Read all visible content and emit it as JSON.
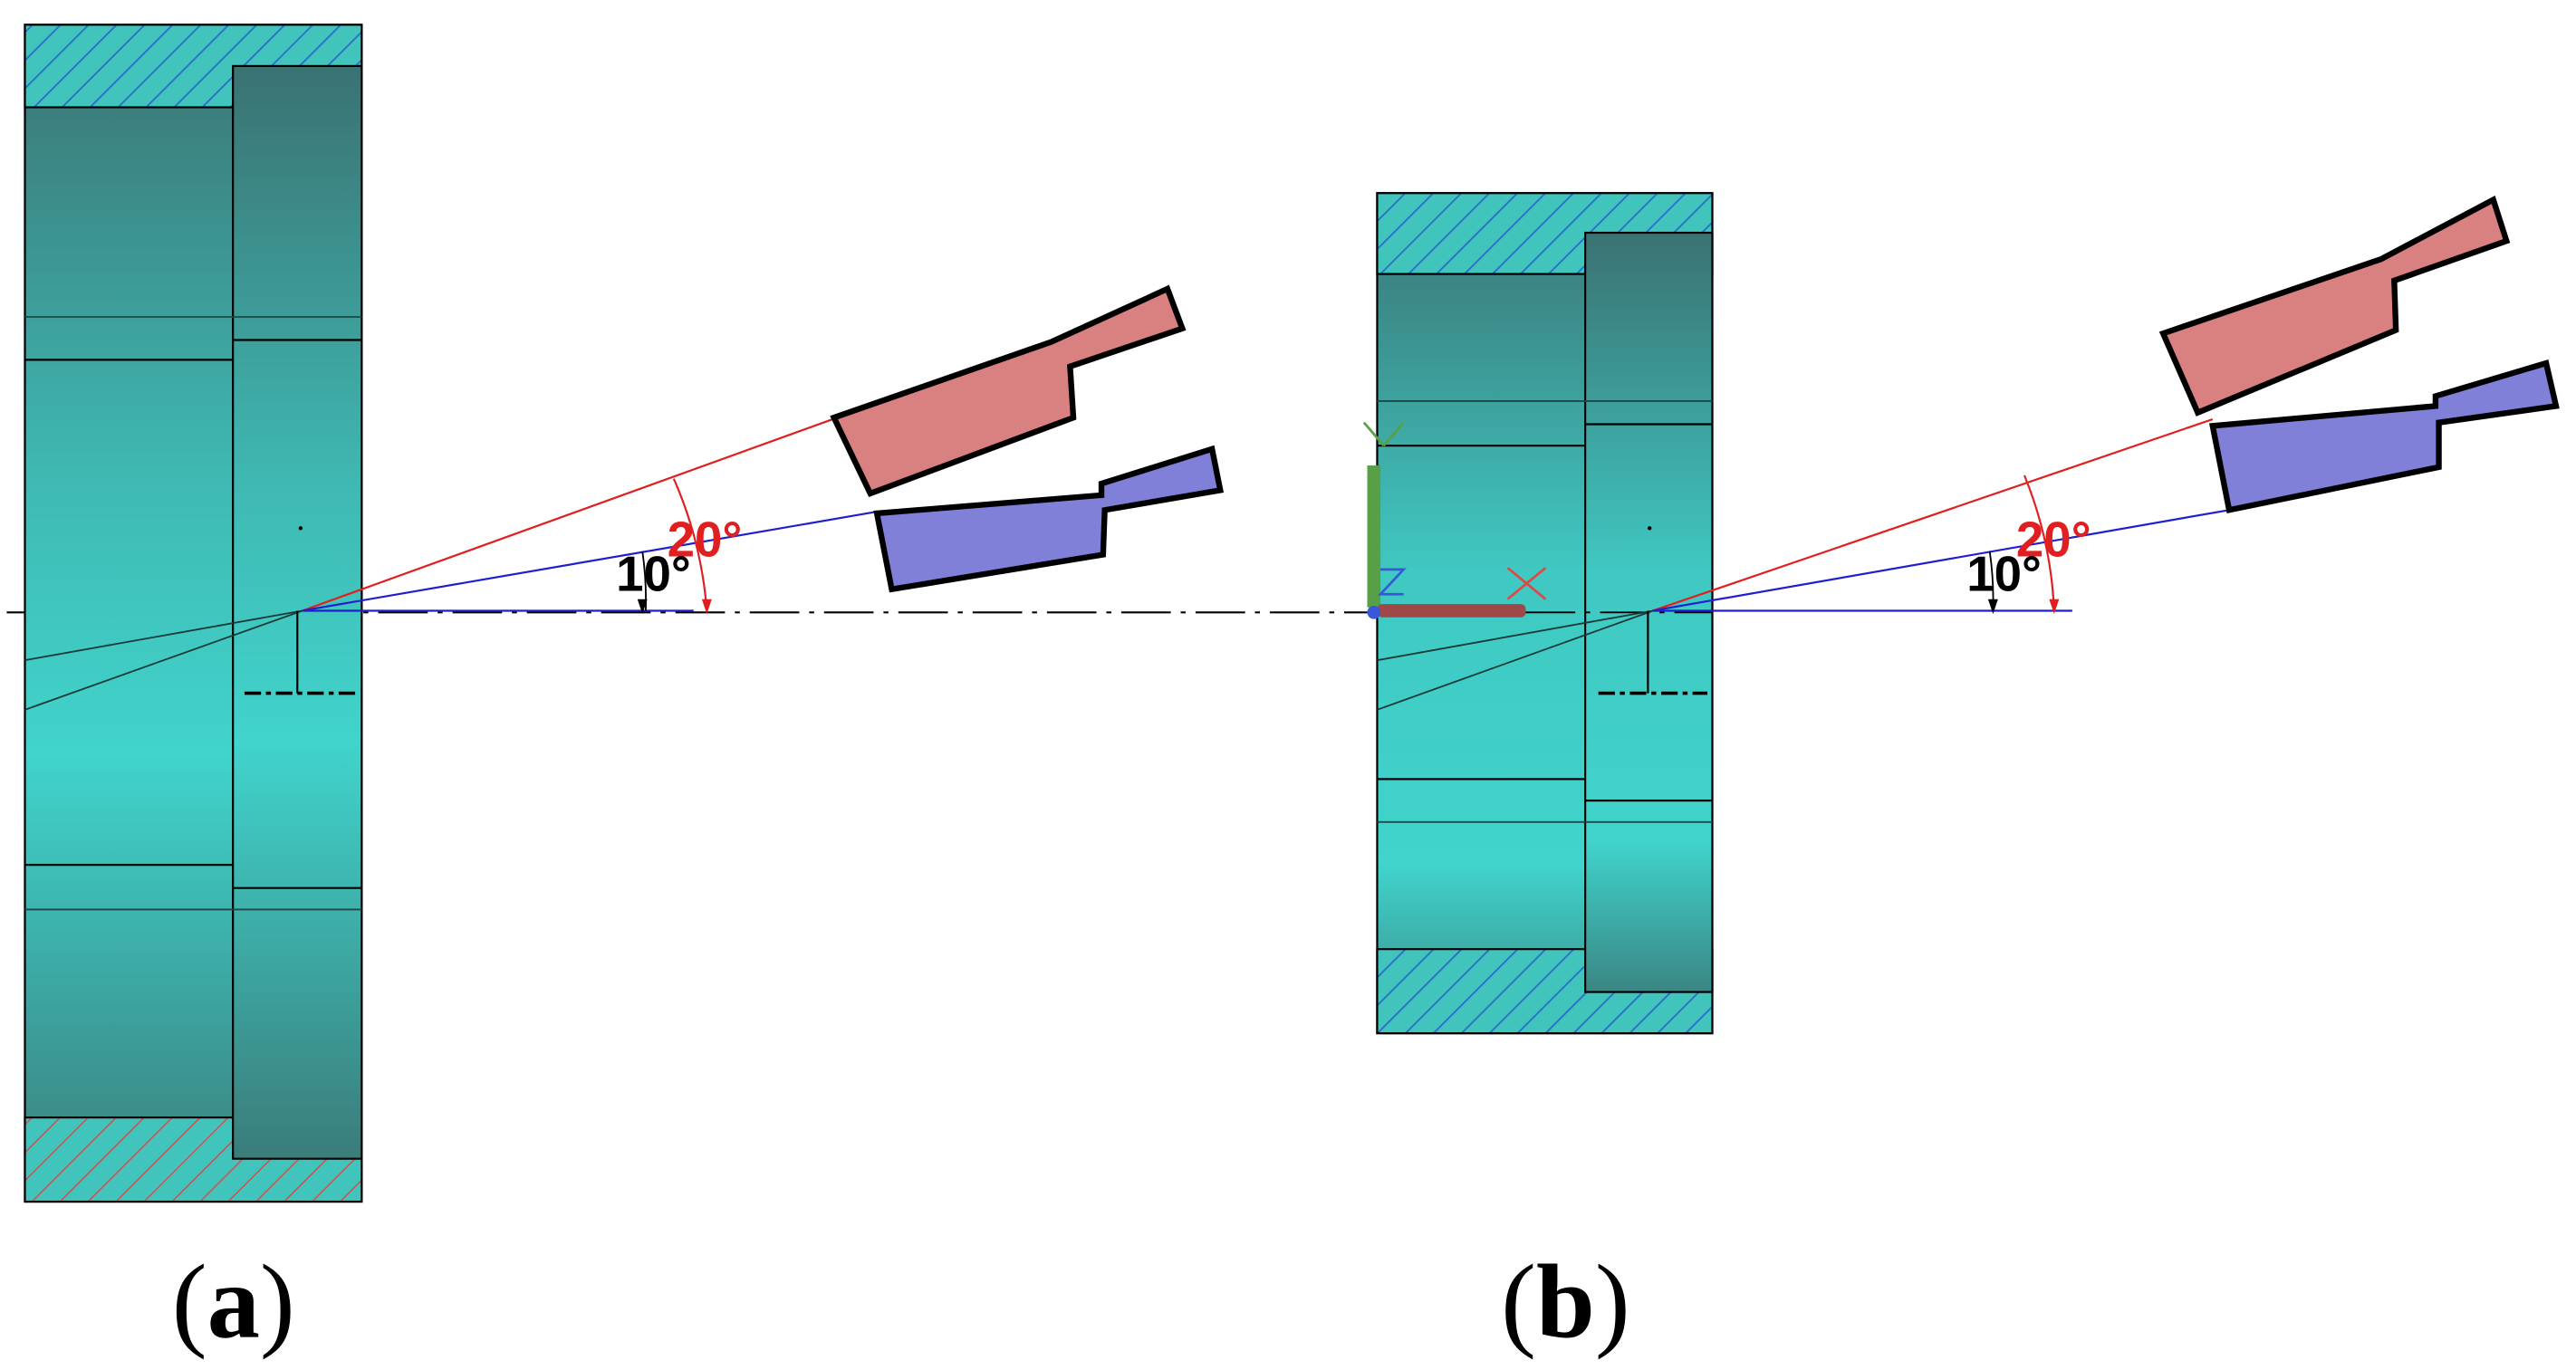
{
  "panels": [
    {
      "id": "a",
      "caption_open": "(",
      "caption_letter": "a",
      "caption_close": ")",
      "angle_small": "10°",
      "angle_large": "20°"
    },
    {
      "id": "b",
      "caption_open": "(",
      "caption_letter": "b",
      "caption_close": ")",
      "angle_small": "10°",
      "angle_large": "20°"
    }
  ],
  "colors": {
    "body_dark": "#3c7a78",
    "body_light": "#40d4cc",
    "hatch_blue": "#2a6ec8",
    "hatch_red": "#e04848",
    "tool_red": "#d98080",
    "tool_blue": "#8080d8",
    "ray_red": "#e02020",
    "ray_blue": "#1f1fd0",
    "axis_line": "#000000",
    "axis_x": "#a04848",
    "axis_y": "#58a048",
    "axis_z": "#3858d8"
  }
}
